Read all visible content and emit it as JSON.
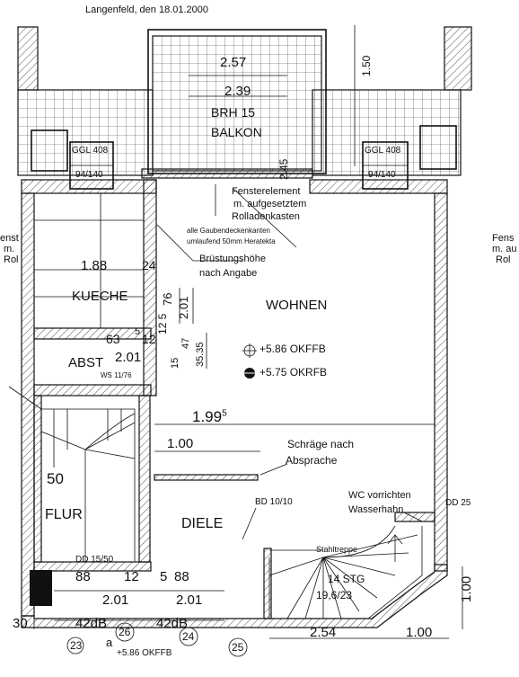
{
  "header": {
    "place_date": "Langenfeld, den 18.01.2000"
  },
  "balcony": {
    "dim_outer": "2.57",
    "dim_inner": "2.39",
    "parapet": "BRH 15",
    "label": "BALKON",
    "dim_right": "1.50",
    "dim_small": "2.45"
  },
  "skylights": {
    "left_type": "GGL 408",
    "left_size": "94/140",
    "right_type": "GGL 408",
    "right_size": "94/140"
  },
  "notes": {
    "window_element": [
      "Fensterelement",
      "m. aufgesetztem",
      "Rolladenkasten"
    ],
    "dormer_edges": [
      "alle Gaubendeckenkanten",
      "umlaufend 50mm Heratekta"
    ],
    "parapet_height": [
      "Brüstungshöhe",
      "nach Angabe"
    ],
    "slope": [
      "Schräge nach",
      "Absprache"
    ],
    "wc": [
      "WC vorrichten",
      "Wasserhahn"
    ],
    "left_edge": [
      "enst",
      "m.",
      "Rol"
    ],
    "right_edge": [
      "Fens",
      "m. au",
      "Rol"
    ]
  },
  "rooms": {
    "kitchen": "KUECHE",
    "living": "WOHNEN",
    "storage": "ABST",
    "hall": "FLUR",
    "entry": "DIELE"
  },
  "levels": {
    "finished": "+5.86 OKFFB",
    "raw": "+5.75 OKRFB"
  },
  "dims": {
    "kitchen_w": "1.88",
    "kitchen_24": "24",
    "v_2_01": "2.01",
    "v_76": "76",
    "v_12_5": "12 5",
    "d_63": "63",
    "d_5": "5",
    "d_12": "12",
    "abst_201": "2.01",
    "ws": "WS 11/76",
    "v_15": "15",
    "v_47": "47",
    "v_35": "35.35",
    "living_199": "1.99",
    "sup5": "5",
    "living_100": "1.00",
    "flur_50": "50",
    "bd": "BD 10/10",
    "dd_left": "DD 15/50",
    "dd_right": "DD 25",
    "d_88_a": "88",
    "d_12b": "12",
    "d_5b": "5",
    "d_88_b": "88",
    "d_201_a": "2.01",
    "d_201_b": "2.01",
    "d_30": "30",
    "d_254": "2.54",
    "d_100b": "1.00",
    "d_100v": "1.00",
    "db_a": "42dB",
    "db_b": "42dB",
    "circle_26": "26",
    "circle_24": "24",
    "circle_25": "25",
    "circle_23": "23",
    "a_mark": "a",
    "bottom_level": "+5.86 OKFFB"
  },
  "stairs": {
    "label": "Stahltreppe",
    "steps": "14 STG",
    "ratio": "19,6/23"
  }
}
